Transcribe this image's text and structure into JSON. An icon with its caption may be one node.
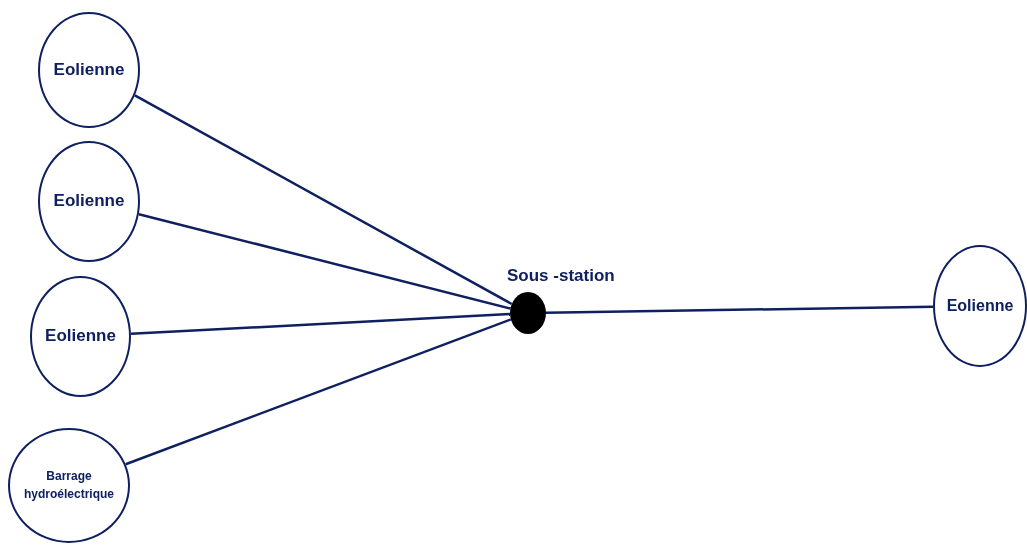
{
  "diagram": {
    "nodes": [
      {
        "text": [
          "Eolienne"
        ]
      },
      {
        "text": [
          "Eolienne"
        ]
      },
      {
        "text": [
          "Eolienne"
        ]
      },
      {
        "text": [
          "Barrage hydroélectrique"
        ]
      },
      {
        "text": [
          "Sous -station"
        ]
      },
      {
        "text": [
          "Eolienne"
        ]
      }
    ],
    "edges": [
      {
        "from": 0,
        "to": 4,
        "arrow": "none"
      },
      {
        "from": 1,
        "to": 4,
        "arrow": "none"
      },
      {
        "from": 2,
        "to": 4,
        "arrow": "none"
      },
      {
        "from": 3,
        "to": 4,
        "arrow": "none"
      },
      {
        "from": 4,
        "to": 5,
        "arrow": "none"
      }
    ]
  }
}
